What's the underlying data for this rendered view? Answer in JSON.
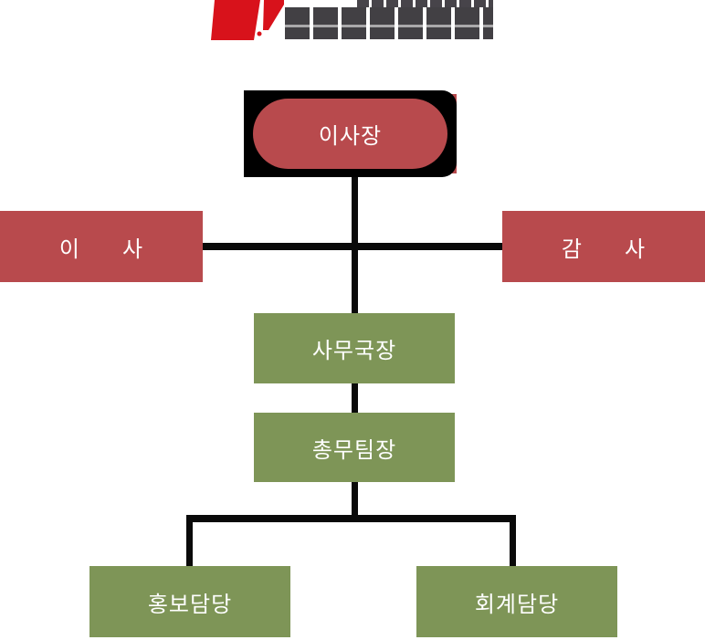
{
  "logo": {
    "mark_color": "#d8121b",
    "text_color": "#454148",
    "note": "logo text cropped by top edge of screenshot, illegible"
  },
  "org_chart": {
    "type": "org-tree",
    "connector_color": "#0a0a0a",
    "colors": {
      "red_node": "#b84a4d",
      "green_node": "#7e9557",
      "chairman_frame": "#000000"
    },
    "nodes": {
      "chairman": {
        "label": "이사장",
        "shape": "pill-in-black-frame",
        "color": "#b84a4d"
      },
      "director": {
        "label": "이      사",
        "shape": "rect",
        "color": "#b84a4d"
      },
      "auditor": {
        "label": "감      사",
        "shape": "rect",
        "color": "#b84a4d"
      },
      "secretary": {
        "label": "사무국장",
        "shape": "rect",
        "color": "#7e9557"
      },
      "team_leader": {
        "label": "총무팀장",
        "shape": "rect",
        "color": "#7e9557"
      },
      "pr_officer": {
        "label": "홍보담당",
        "shape": "rect",
        "color": "#7e9557"
      },
      "accounting_officer": {
        "label": "회계담당",
        "shape": "rect",
        "color": "#7e9557"
      }
    },
    "hierarchy": {
      "root": "chairman",
      "edges": [
        [
          "chairman",
          "director"
        ],
        [
          "chairman",
          "auditor"
        ],
        [
          "chairman",
          "secretary"
        ],
        [
          "secretary",
          "team_leader"
        ],
        [
          "team_leader",
          "pr_officer"
        ],
        [
          "team_leader",
          "accounting_officer"
        ]
      ]
    }
  }
}
